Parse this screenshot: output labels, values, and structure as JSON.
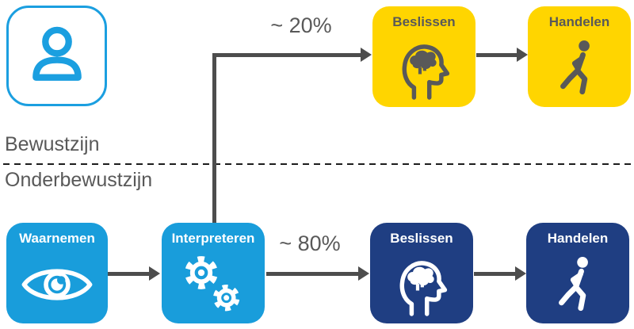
{
  "layers": {
    "conscious": "Bewustzijn",
    "subconscious": "Onderbewustzijn"
  },
  "flows": {
    "conscious_share": "~ 20%",
    "subconscious_share": "~ 80%"
  },
  "nodes": {
    "waarnemen": {
      "label": "Waarnemen",
      "icon": "eye-icon"
    },
    "interpreteren": {
      "label": "Interpreteren",
      "icon": "gears-icon"
    },
    "beslissen_bewust": {
      "label": "Beslissen",
      "icon": "head-brain-icon"
    },
    "handelen_bewust": {
      "label": "Handelen",
      "icon": "walking-person-icon"
    },
    "beslissen_onbewust": {
      "label": "Beslissen",
      "icon": "head-brain-icon"
    },
    "handelen_onbewust": {
      "label": "Handelen",
      "icon": "walking-person-icon"
    }
  },
  "person_badge": {
    "icon": "person-icon"
  },
  "colors": {
    "light_blue": "#199DDB",
    "dark_blue": "#1F3E82",
    "yellow": "#FFD500",
    "text_gray": "#595959",
    "arrow_gray": "#4D4D4D"
  }
}
